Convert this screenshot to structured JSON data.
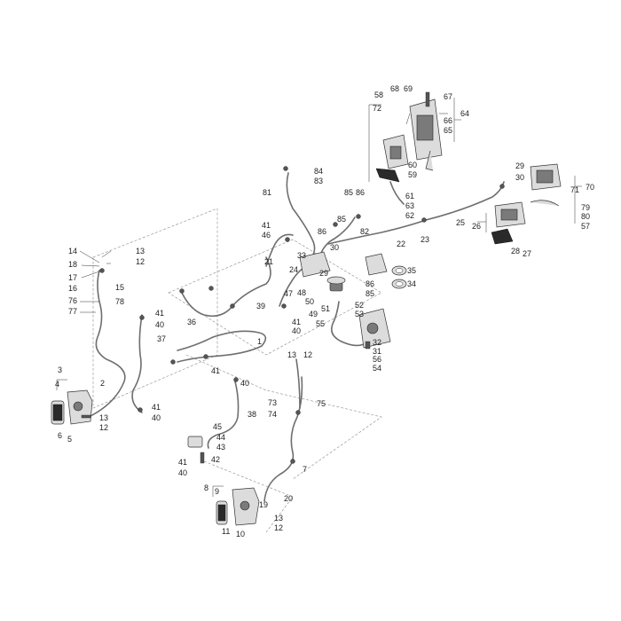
{
  "diagram": {
    "labels": {
      "n1": "1",
      "n2": "2",
      "n3": "3",
      "n4": "4",
      "n5": "5",
      "n6": "6",
      "n7": "7",
      "n8": "8",
      "n9": "9",
      "n10": "10",
      "n11": "11",
      "n12": "12",
      "n13": "13",
      "n14": "14",
      "n15": "15",
      "n16": "16",
      "n17": "17",
      "n18": "18",
      "n19": "19",
      "n20": "20",
      "n21": "21",
      "n22": "22",
      "n23": "23",
      "n24": "24",
      "n25": "25",
      "n26": "26",
      "n27": "27",
      "n28": "28",
      "n29": "29",
      "n30": "30",
      "n31": "31",
      "n32": "32",
      "n33": "33",
      "n34": "34",
      "n35": "35",
      "n36": "36",
      "n37": "37",
      "n38": "38",
      "n39": "39",
      "n40": "40",
      "n41": "41",
      "n42": "42",
      "n43": "43",
      "n44": "44",
      "n45": "45",
      "n46": "46",
      "n47": "47",
      "n48": "48",
      "n49": "49",
      "n50": "50",
      "n51": "51",
      "n52": "52",
      "n53": "53",
      "n54": "54",
      "n55": "55",
      "n56": "56",
      "n57": "57",
      "n58": "58",
      "n59": "59",
      "n60": "60",
      "n61": "61",
      "n62": "62",
      "n63": "63",
      "n64": "64",
      "n65": "65",
      "n66": "66",
      "n67": "67",
      "n68": "68",
      "n69": "69",
      "n70": "70",
      "n71": "71",
      "n72": "72",
      "n73": "73",
      "n74": "74",
      "n75": "75",
      "n76": "76",
      "n77": "77",
      "n78": "78",
      "n79": "79",
      "n80": "80",
      "n81": "81",
      "n82": "82",
      "n83": "83",
      "n84": "84",
      "n85": "85",
      "n86": "86"
    },
    "colors": {
      "pipe": "#6e6e6e",
      "part": "#dcdcdc",
      "ink": "#222222"
    }
  }
}
